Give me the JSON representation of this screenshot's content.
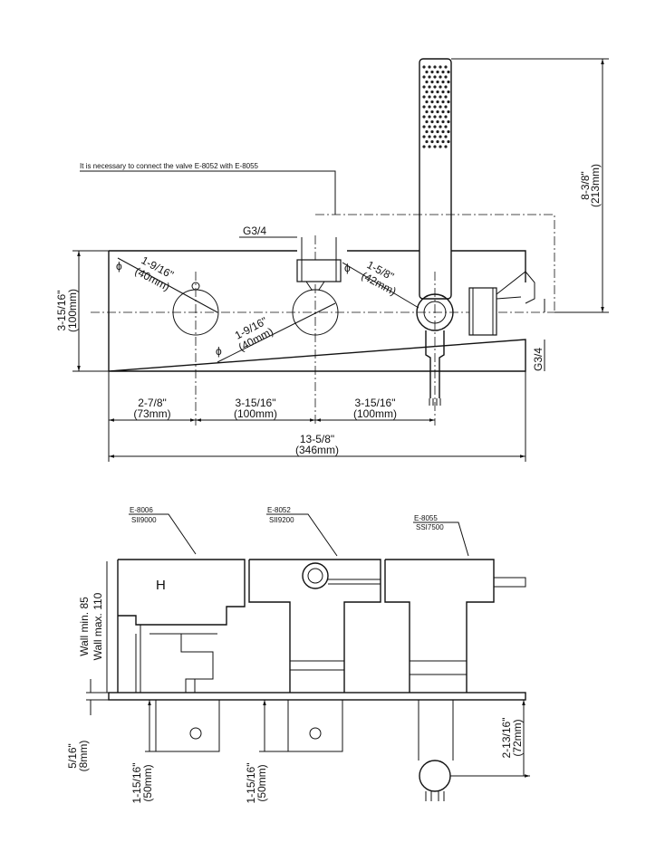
{
  "top_view": {
    "note": "It is necessary to connect the valve E-8052 with E-8055",
    "thread_top": "G3/4",
    "thread_right": "G3/4",
    "height_panel": {
      "imperial": "3-15/16\"",
      "metric": "(100mm)"
    },
    "height_shower": {
      "imperial": "8-3/8\"",
      "metric": "(213mm)"
    },
    "dia_left": {
      "imperial": "1-9/16\"",
      "metric": "(40mm)"
    },
    "dia_mid": {
      "imperial": "1-9/16\"",
      "metric": "(40mm)"
    },
    "dia_right": {
      "imperial": "1-5/8\"",
      "metric": "(42mm)"
    },
    "dia_symbol": "ϕ",
    "spacing_1": {
      "imperial": "2-7/8\"",
      "metric": "(73mm)"
    },
    "spacing_2": {
      "imperial": "3-15/16\"",
      "metric": "(100mm)"
    },
    "spacing_3": {
      "imperial": "3-15/16\"",
      "metric": "(100mm)"
    },
    "total_width": {
      "imperial": "13-5/8\"",
      "metric": "(346mm)"
    }
  },
  "bottom_view": {
    "parts": [
      {
        "code": "E-8006",
        "ref": "SII9000"
      },
      {
        "code": "E-8052",
        "ref": "SII9200"
      },
      {
        "code": "E-8055",
        "ref": "SSI7500"
      }
    ],
    "hot_mark": "H",
    "wall_min": "Wall min. 85",
    "wall_max": "Wall max. 110",
    "plate": {
      "imperial": "5/16\"",
      "metric": "(8mm)"
    },
    "depth_1": {
      "imperial": "1-15/16\"",
      "metric": "(50mm)"
    },
    "depth_2": {
      "imperial": "1-15/16\"",
      "metric": "(50mm)"
    },
    "depth_3": {
      "imperial": "2-13/16\"",
      "metric": "(72mm)"
    }
  }
}
